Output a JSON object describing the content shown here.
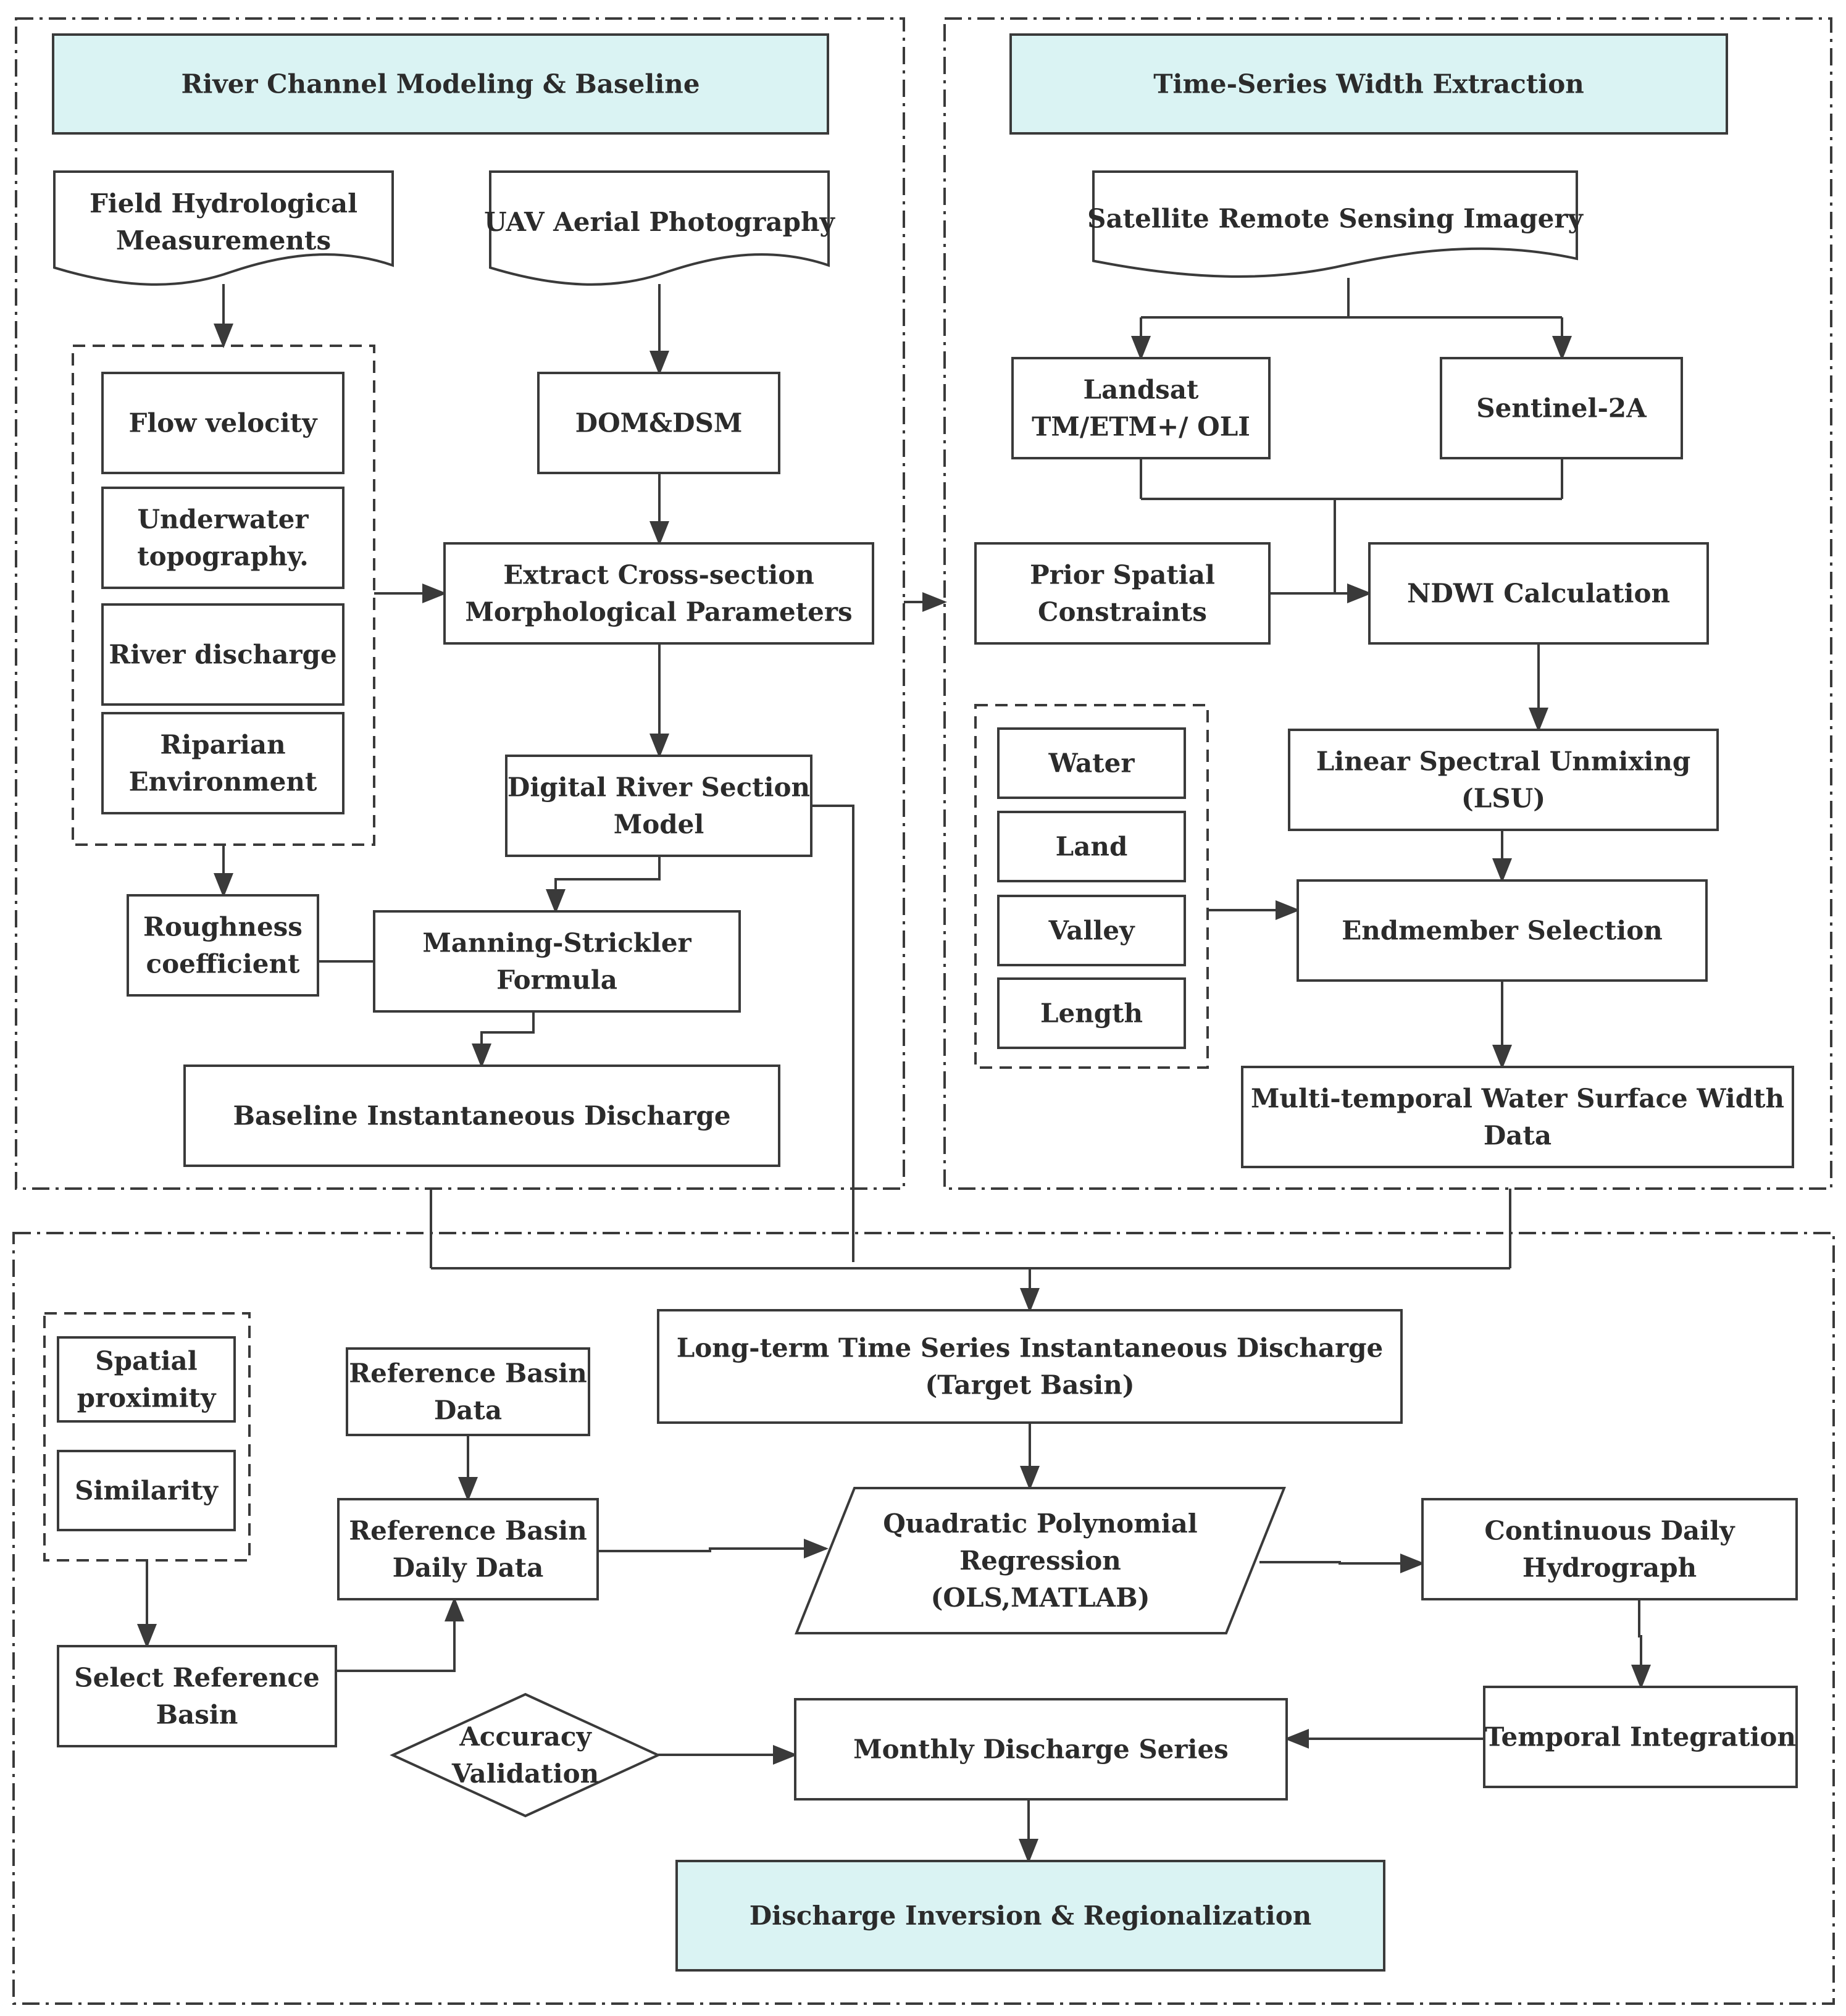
{
  "colors": {
    "header_fill": "#daf3f3",
    "stroke": "#3a3a3a",
    "text": "#2b2b2b"
  },
  "sections": {
    "channel": {
      "header": "River Channel Modeling & Baseline"
    },
    "width": {
      "header": "Time-Series Width Extraction"
    },
    "final": {
      "header": "Discharge Inversion & Regionalization"
    }
  },
  "nodes": {
    "field": {
      "lines": [
        "Field Hydrological",
        "Measurements"
      ]
    },
    "uav": {
      "lines": [
        "UAV Aerial Photography"
      ]
    },
    "flow_velocity": {
      "lines": [
        "Flow velocity"
      ]
    },
    "underwater": {
      "lines": [
        "Underwater",
        "topography."
      ]
    },
    "river_discharge": {
      "lines": [
        "River discharge"
      ]
    },
    "riparian": {
      "lines": [
        "Riparian",
        "Environment"
      ]
    },
    "domdsm": {
      "lines": [
        "DOM&DSM"
      ]
    },
    "extract": {
      "lines": [
        "Extract Cross-section",
        "Morphological Parameters"
      ]
    },
    "digital": {
      "lines": [
        "Digital River Section",
        "Model"
      ]
    },
    "roughness": {
      "lines": [
        "Roughness",
        "coefficient"
      ]
    },
    "manning": {
      "lines": [
        "Manning-Strickler",
        "Formula"
      ]
    },
    "baseline": {
      "lines": [
        "Baseline Instantaneous Discharge"
      ]
    },
    "satellite": {
      "lines": [
        "Satellite Remote Sensing Imagery"
      ]
    },
    "landsat": {
      "lines": [
        "Landsat",
        "TM/ETM+/ OLI"
      ]
    },
    "sentinel": {
      "lines": [
        "Sentinel-2A"
      ]
    },
    "prior": {
      "lines": [
        "Prior Spatial",
        "Constraints"
      ]
    },
    "ndwi": {
      "lines": [
        "NDWI Calculation"
      ]
    },
    "water": {
      "lines": [
        "Water"
      ]
    },
    "land": {
      "lines": [
        "Land"
      ]
    },
    "valley": {
      "lines": [
        "Valley"
      ]
    },
    "length": {
      "lines": [
        "Length"
      ]
    },
    "lsu": {
      "lines": [
        "Linear Spectral Unmixing",
        "(LSU)"
      ]
    },
    "endmember": {
      "lines": [
        "Endmember Selection"
      ]
    },
    "multitemporal": {
      "lines": [
        "Multi-temporal Water Surface Width",
        "Data"
      ]
    },
    "longterm": {
      "lines": [
        "Long-term Time Series Instantaneous Discharge",
        "(Target Basin)"
      ]
    },
    "spatial": {
      "lines": [
        "Spatial",
        "proximity"
      ]
    },
    "similarity": {
      "lines": [
        "Similarity"
      ]
    },
    "refdata": {
      "lines": [
        "Reference Basin",
        "Data"
      ]
    },
    "refdaily": {
      "lines": [
        "Reference Basin",
        "Daily Data"
      ]
    },
    "quadratic": {
      "lines": [
        "Quadratic Polynomial",
        "Regression",
        "(OLS,MATLAB)"
      ]
    },
    "continuous": {
      "lines": [
        "Continuous Daily",
        "Hydrograph"
      ]
    },
    "select": {
      "lines": [
        "Select Reference",
        "Basin"
      ]
    },
    "temporal": {
      "lines": [
        "Temporal Integration"
      ]
    },
    "accuracy": {
      "lines": [
        "Accuracy",
        "Validation"
      ]
    },
    "monthly": {
      "lines": [
        "Monthly Discharge Series"
      ]
    }
  }
}
